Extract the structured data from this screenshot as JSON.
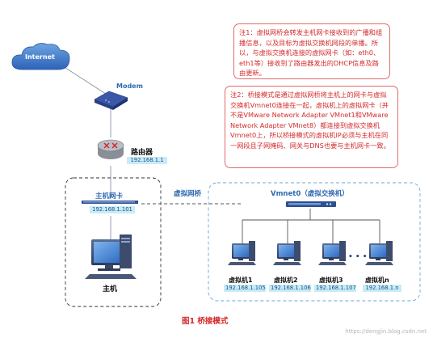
{
  "notes": {
    "note1": "注1：虚拟网桥会转发主机网卡接收到的广播和组播信息，以及目标为虚拟交换机网段的单播。所以，与虚拟交换机连接的虚拟网卡（如：eth0、eth1等）接收到了路由器发出的DHCP信息及路由更新。",
    "note2": "注2：桥接模式是通过虚拟网桥将主机上的网卡与虚拟交换机Vmnet0连接在一起，虚拟机上的虚拟网卡（并不是VMware Network Adapter VMnet1和VMware Network Adapter VMnet8）都连接到虚拟交换机Vmnet0上，所以桥接模式的虚拟机IP必须与主机在同一网段且子网掩码、网关与DNS也要与主机网卡一致。"
  },
  "internet": {
    "label": "Internet"
  },
  "modem": {
    "label": "Modem"
  },
  "router": {
    "label": "路由器",
    "ip": "192.168.1.1"
  },
  "host": {
    "nic_label": "主机网卡",
    "nic_ip": "192.168.1.101",
    "label": "主机"
  },
  "bridge": {
    "label": "虚拟网桥"
  },
  "vswitch": {
    "label": "Vmnet0（虚拟交换机）"
  },
  "vms": [
    {
      "label": "虚拟机1",
      "ip": "192.168.1.105"
    },
    {
      "label": "虚拟机2",
      "ip": "192.168.1.106"
    },
    {
      "label": "虚拟机3",
      "ip": "192.168.1.107"
    },
    {
      "label": "虚拟机n",
      "ip": "192.168.1.n"
    }
  ],
  "ellipsis": "• • •",
  "caption": "图1  桥接模式",
  "watermark": "https://dengjin.blog.csdn.net"
}
